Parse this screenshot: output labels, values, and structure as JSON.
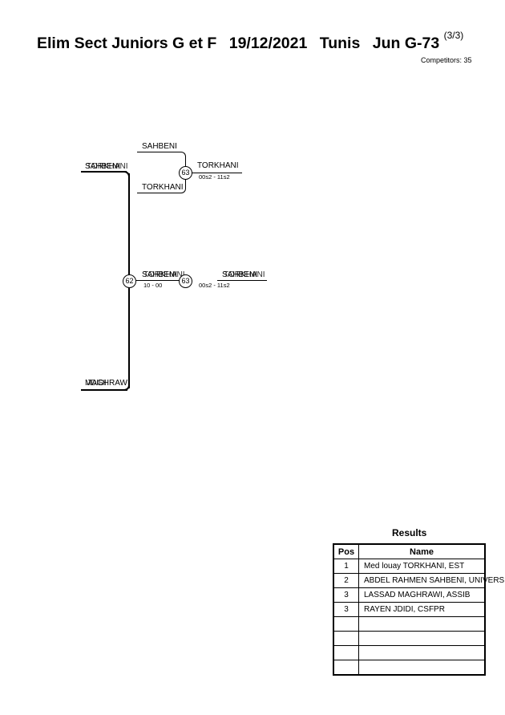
{
  "header": {
    "event": "Elim Sect Juniors G et F",
    "date": "19/12/2021",
    "place": "Tunis",
    "category": "Jun G-73",
    "page": "(3/3)",
    "competitors": "Competitors: 35"
  },
  "bracket": {
    "left_top_a": "SAHBENI",
    "left_top_b": "TORKHANI",
    "left_bottom_a": "MAGHRAWI",
    "left_bottom_b": "JDIDI",
    "upper_top": "SAHBENI",
    "upper_bottom": "TORKHANI",
    "upper_winner": "TORKHANI",
    "upper_node": "63",
    "upper_score": "00s2 - 11s2",
    "mid_a": "SAHBENI",
    "mid_b": "TORKHANI",
    "mid_node_left": "62",
    "mid_score": "10 - 00",
    "mid_node_right": "63",
    "final_score": "00s2 - 11s2",
    "final_a": "SAHBENI",
    "final_b": "TORKHANI"
  },
  "results": {
    "title": "Results",
    "col_pos": "Pos",
    "col_name": "Name",
    "rows": [
      {
        "pos": "1",
        "name": "Med louay TORKHANI, EST"
      },
      {
        "pos": "2",
        "name": "ABDEL RAHMEN SAHBENI, UNIVERS"
      },
      {
        "pos": "3",
        "name": "LASSAD MAGHRAWI, ASSIB"
      },
      {
        "pos": "3",
        "name": "RAYEN JDIDI, CSFPR"
      }
    ]
  }
}
